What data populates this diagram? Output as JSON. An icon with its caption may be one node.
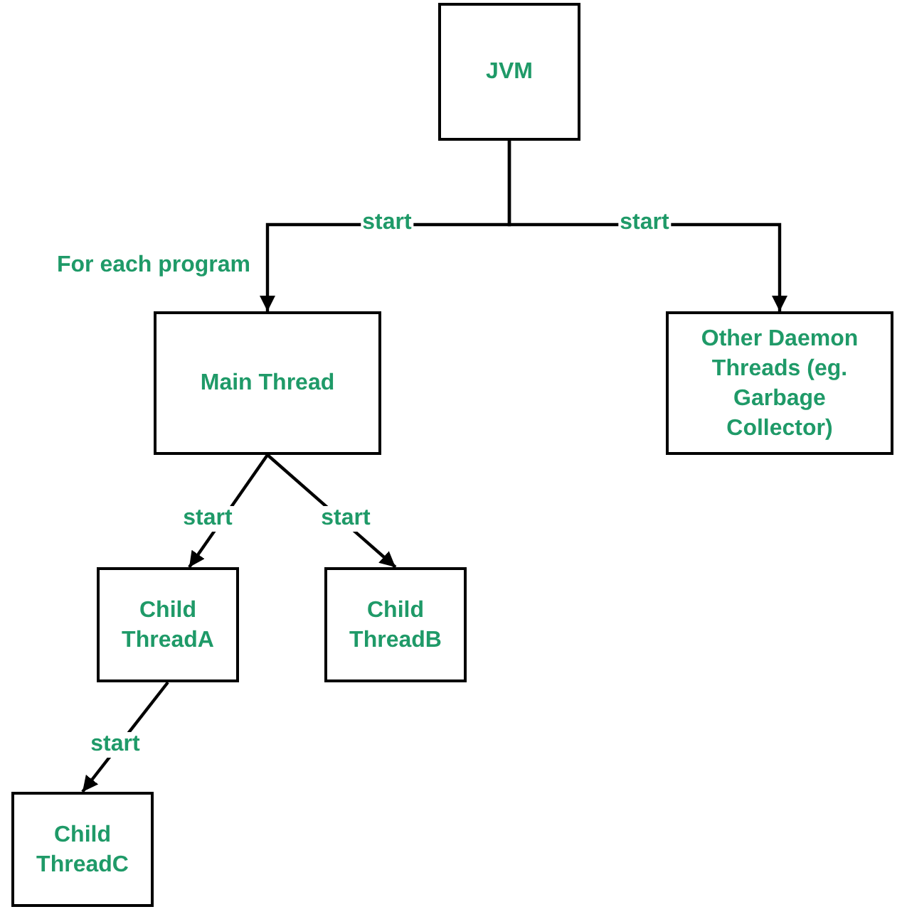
{
  "diagram": {
    "nodes": [
      {
        "text": [
          "JVM"
        ]
      },
      {
        "text": [
          "Main Thread"
        ]
      },
      {
        "text": [
          "Other Daemon Threads (eg. Garbage Collector)"
        ]
      },
      {
        "text": [
          "Child ThreadA"
        ]
      },
      {
        "text": [
          "Child ThreadB"
        ]
      },
      {
        "text": [
          "Child ThreadC"
        ]
      }
    ],
    "edges": [
      {
        "from": 0,
        "to": 1,
        "arrow": "to",
        "label": "start"
      },
      {
        "from": 0,
        "to": 2,
        "arrow": "to",
        "label": "start"
      },
      {
        "from": 1,
        "to": 3,
        "arrow": "to",
        "label": "start"
      },
      {
        "from": 1,
        "to": 4,
        "arrow": "to",
        "label": "start"
      },
      {
        "from": 3,
        "to": 5,
        "arrow": "to",
        "label": "start"
      }
    ],
    "labels": [
      "For each program"
    ]
  }
}
